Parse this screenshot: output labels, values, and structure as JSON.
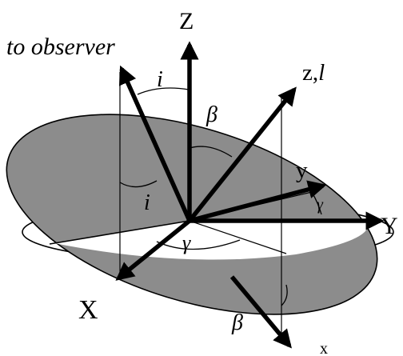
{
  "labels": {
    "observer": "to observer",
    "Z": "Z",
    "z_l": "z,",
    "l": "l",
    "y": "y",
    "Y": "Y",
    "X": "X",
    "x": "x",
    "i_top": "i",
    "i_mid": "i",
    "beta_top": "β",
    "beta_bottom": "β",
    "gamma_right": "γ",
    "gamma_center": "γ"
  },
  "colors": {
    "ellipse_fill": "#8c8c8c",
    "stroke": "#000000",
    "background": "#ffffff"
  }
}
